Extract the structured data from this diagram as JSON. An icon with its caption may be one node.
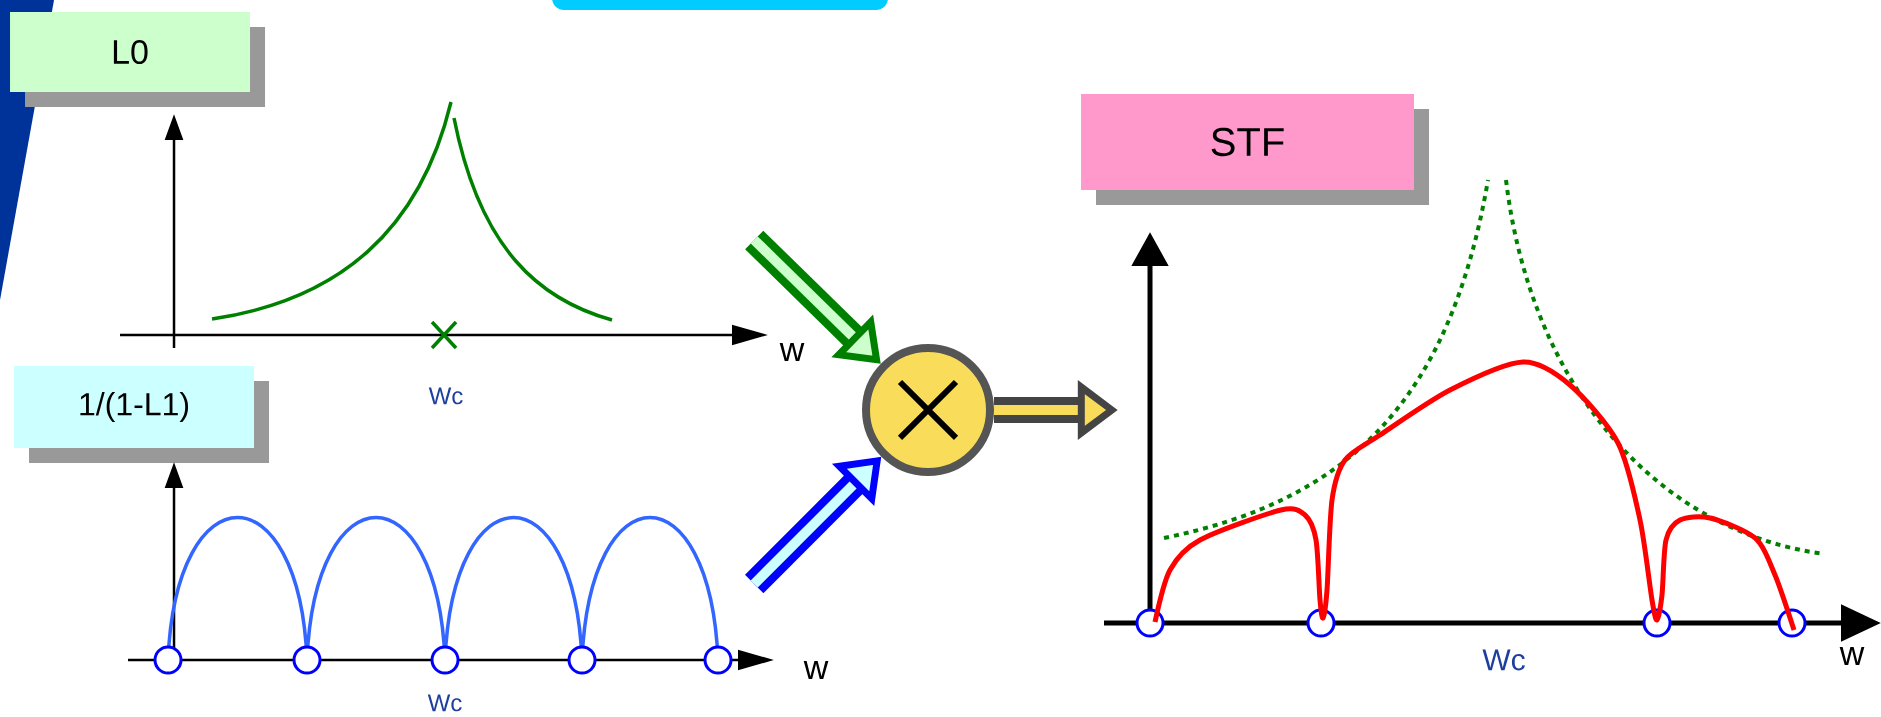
{
  "diagram": {
    "nodes": [
      {
        "text": [
          "L0"
        ]
      },
      {
        "text": [],
        "shape": "picture"
      },
      {
        "text": [
          "1/(1-L1)"
        ]
      },
      {
        "text": [],
        "shape": "picture"
      },
      {
        "text": [],
        "shape": "circle"
      },
      {
        "text": [
          "STF"
        ]
      },
      {
        "text": [],
        "shape": "picture"
      }
    ],
    "edges": [
      {
        "from": 1,
        "to": 4,
        "arrow": "to",
        "color": "#008000"
      },
      {
        "from": 3,
        "to": 4,
        "arrow": "to",
        "color": "#0000ff"
      },
      {
        "from": 4,
        "to": 6,
        "arrow": "to",
        "color": "#444444"
      }
    ],
    "labels": [
      "w",
      "Wc",
      "w",
      "Wc",
      "Wc",
      "w"
    ]
  }
}
